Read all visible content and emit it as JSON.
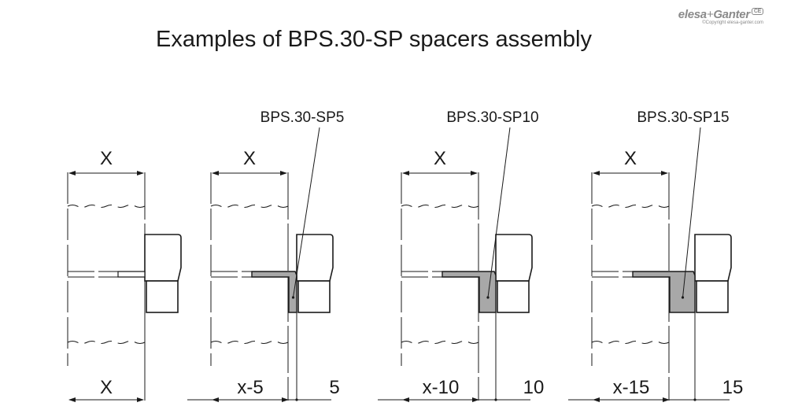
{
  "title": "Examples of BPS.30-SP spacers assembly",
  "brand": {
    "name_left": "elesa",
    "name_right": "Ganter",
    "copyright": "©Copyright elesa-ganter.com",
    "ce_mark": "CE"
  },
  "colors": {
    "line": "#1a1a1a",
    "spacer_fill": "#a8a8a8",
    "background": "#ffffff"
  },
  "assemblies": [
    {
      "id": "no-spacer",
      "spacer": 0,
      "top_dim": "X",
      "bottom_dims": [
        "X"
      ],
      "label": ""
    },
    {
      "id": "sp5",
      "spacer": 5,
      "top_dim": "X",
      "bottom_dims": [
        "x-5",
        "5"
      ],
      "label": "BPS.30-SP5"
    },
    {
      "id": "sp10",
      "spacer": 10,
      "top_dim": "X",
      "bottom_dims": [
        "x-10",
        "10"
      ],
      "label": "BPS.30-SP10"
    },
    {
      "id": "sp15",
      "spacer": 15,
      "top_dim": "X",
      "bottom_dims": [
        "x-15",
        "15"
      ],
      "label": "BPS.30-SP15"
    }
  ]
}
